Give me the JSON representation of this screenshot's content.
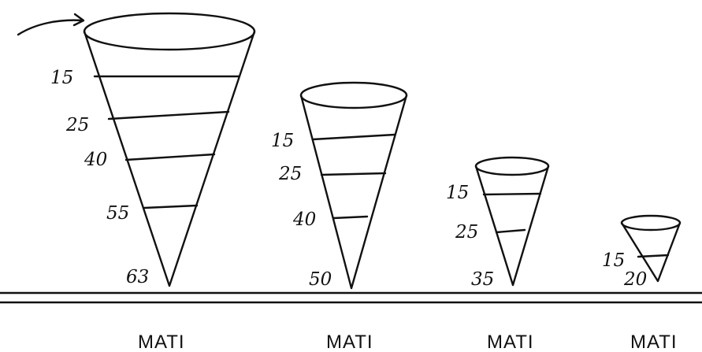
{
  "cones": [
    {
      "caption": "MATI",
      "levels": [
        "15",
        "25",
        "40",
        "55",
        "63"
      ]
    },
    {
      "caption": "MATI",
      "levels": [
        "15",
        "25",
        "40",
        "50"
      ]
    },
    {
      "caption": "MATI",
      "levels": [
        "15",
        "25",
        "35"
      ]
    },
    {
      "caption": "MATI",
      "levels": [
        "15",
        "20"
      ]
    }
  ],
  "colors": {
    "ink": "#111111",
    "background": "#ffffff"
  }
}
